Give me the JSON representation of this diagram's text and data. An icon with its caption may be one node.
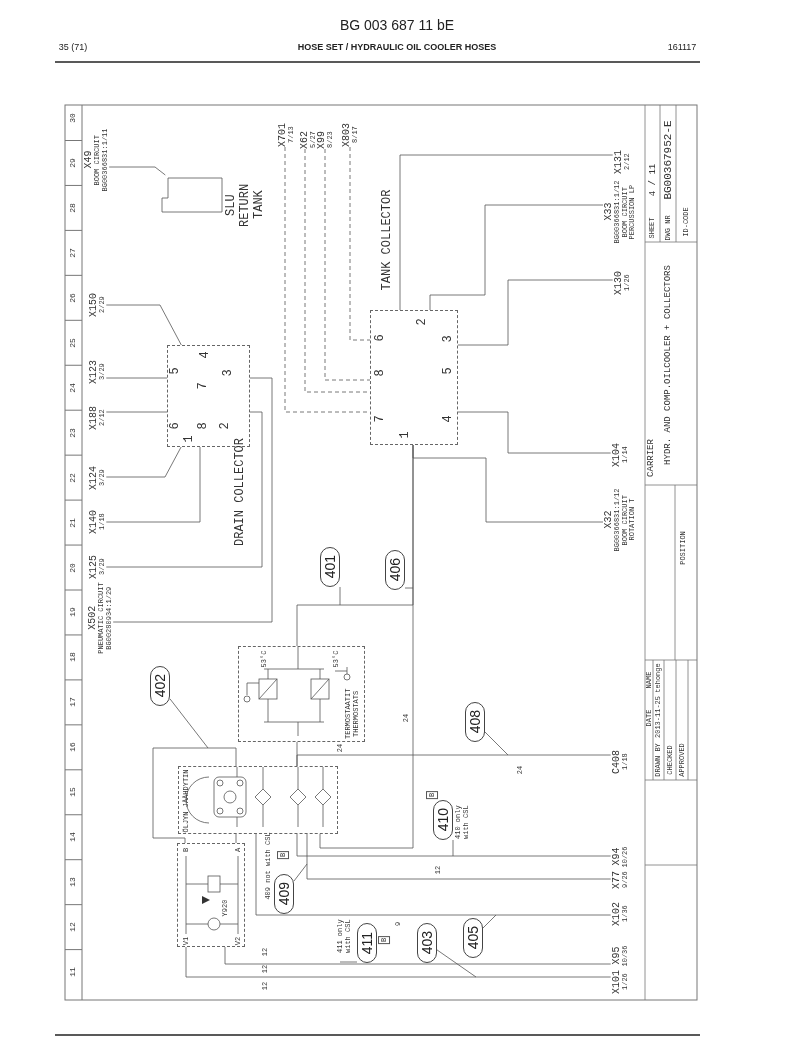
{
  "diagram": {
    "title": "HOSE SET / HYDRAULIC OIL COOLER HOSES",
    "nodes": [
      {
        "text": [
          "X49",
          "BOOM CIRCUIT",
          "BG00366831:1/11"
        ]
      },
      {
        "text": [],
        "shape": "box",
        "beside": [
          "SLU RETURN TANK"
        ]
      },
      {
        "text": [
          "X150",
          "2/29"
        ]
      },
      {
        "text": [
          "X123",
          "3/29"
        ]
      },
      {
        "text": [
          "X188",
          "2/12"
        ]
      },
      {
        "text": [
          "X124",
          "3/29"
        ]
      },
      {
        "text": [
          "X140",
          "1/18"
        ]
      },
      {
        "text": [
          "X125",
          "3/29"
        ]
      },
      {
        "text": [
          "X502",
          "PNEUMATIC CIRCUIT",
          "BG00280934:1/29"
        ]
      },
      {
        "text": [
          "5",
          "4",
          "3",
          "7",
          "6",
          "8",
          "2",
          "1"
        ]
      },
      {
        "text": [
          "6",
          "2",
          "3",
          "8",
          "5",
          "7",
          "4",
          "1"
        ]
      },
      {
        "text": [
          "X701",
          "7/13"
        ]
      },
      {
        "text": [
          "X62",
          "5/27"
        ]
      },
      {
        "text": [
          "X99",
          "8/23"
        ]
      },
      {
        "text": [
          "X803",
          "8/17"
        ]
      },
      {
        "text": [
          "X131",
          "2/12"
        ]
      },
      {
        "text": [
          "X33",
          "BG00366831:1/12",
          "BOOM CIRCUIT",
          "PERCUSSION LP"
        ]
      },
      {
        "text": [
          "X130",
          "1/26"
        ]
      },
      {
        "text": [
          "X104",
          "1/14"
        ]
      },
      {
        "text": [
          "X32",
          "BG00366831:1/12",
          "BOOM CIRCUIT",
          "ROTATION T"
        ]
      },
      {
        "text": [
          "53°C",
          "53°C",
          "TERMOSTAATIT THERMOSTATS"
        ]
      },
      {
        "text": [
          "ÖLJYN JÄÄHDYTIN"
        ]
      },
      {
        "text": [
          "B",
          "A",
          "Y920",
          "V1",
          "V2"
        ]
      },
      {
        "text": [
          "401"
        ]
      },
      {
        "text": [
          "406"
        ]
      },
      {
        "text": [
          "402"
        ]
      },
      {
        "text": [
          "408"
        ]
      },
      {
        "text": [
          "410"
        ]
      },
      {
        "text": [
          "409"
        ]
      },
      {
        "text": [
          "411"
        ]
      },
      {
        "text": [
          "403"
        ]
      },
      {
        "text": [
          "405"
        ]
      },
      {
        "text": [
          "C408",
          "1/18"
        ]
      },
      {
        "text": [
          "X94",
          "10/26"
        ]
      },
      {
        "text": [
          "X77",
          "9/26"
        ]
      },
      {
        "text": [
          "X102",
          "1/36"
        ]
      },
      {
        "text": [
          "X95",
          "10/36"
        ]
      },
      {
        "text": [
          "X101",
          "1/26"
        ]
      }
    ],
    "edges": [
      {
        "from": 0,
        "to": 1,
        "arrow": "none"
      },
      {
        "from": 2,
        "to": 9,
        "arrow": "none"
      },
      {
        "from": 3,
        "to": 9,
        "arrow": "none"
      },
      {
        "from": 4,
        "to": 9,
        "arrow": "none"
      },
      {
        "from": 5,
        "to": 9,
        "arrow": "none"
      },
      {
        "from": 6,
        "to": 9,
        "arrow": "none"
      },
      {
        "from": 7,
        "to": 9,
        "arrow": "none"
      },
      {
        "from": 8,
        "to": 9,
        "arrow": "none"
      },
      {
        "from": 11,
        "to": 10,
        "arrow": "none",
        "style": "dashed"
      },
      {
        "from": 12,
        "to": 10,
        "arrow": "none",
        "style": "dashed"
      },
      {
        "from": 13,
        "to": 10,
        "arrow": "none",
        "style": "dashed"
      },
      {
        "from": 14,
        "to": 10,
        "arrow": "none",
        "style": "dashed"
      },
      {
        "from": 15,
        "to": 10,
        "arrow": "none"
      },
      {
        "from": 16,
        "to": 10,
        "arrow": "none"
      },
      {
        "from": 17,
        "to": 10,
        "arrow": "none"
      },
      {
        "from": 18,
        "to": 10,
        "arrow": "none"
      },
      {
        "from": 19,
        "to": 10,
        "arrow": "none"
      },
      {
        "from": 20,
        "to": 10,
        "arrow": "none"
      },
      {
        "from": 21,
        "to": 10,
        "arrow": "none"
      },
      {
        "from": 32,
        "to": 21,
        "arrow": "none"
      },
      {
        "from": 20,
        "to": 21,
        "arrow": "none"
      },
      {
        "from": 33,
        "to": 21,
        "arrow": "none"
      },
      {
        "from": 34,
        "to": 21,
        "arrow": "none"
      },
      {
        "from": 35,
        "to": 21,
        "arrow": "none"
      },
      {
        "from": 36,
        "to": 22,
        "arrow": "none"
      },
      {
        "from": 37,
        "to": 22,
        "arrow": "none"
      },
      {
        "from": 22,
        "to": 21,
        "arrow": "none"
      },
      {
        "from": 22,
        "to": 21,
        "arrow": "none"
      },
      {
        "from": 23,
        "to": null,
        "arrow": "none"
      },
      {
        "from": 24,
        "to": null,
        "arrow": "none"
      },
      {
        "from": 25,
        "to": null,
        "arrow": "none"
      },
      {
        "from": 26,
        "to": null,
        "arrow": "none"
      },
      {
        "from": 27,
        "to": null,
        "arrow": "none"
      },
      {
        "from": 28,
        "to": null,
        "arrow": "none"
      },
      {
        "from": 29,
        "to": null,
        "arrow": "none"
      },
      {
        "from": 30,
        "to": null,
        "arrow": "none"
      },
      {
        "from": 31,
        "to": null,
        "arrow": "none"
      }
    ],
    "labels": [
      "BG 003 687 11 bE",
      "35 (71)",
      "161117",
      "30",
      "29",
      "28",
      "27",
      "26",
      "25",
      "24",
      "23",
      "22",
      "21",
      "20",
      "19",
      "18",
      "17",
      "16",
      "15",
      "14",
      "13",
      "12",
      "11",
      "TANK COLLECTOR",
      "DRAIN COLLECTOR",
      "24",
      "24",
      "24",
      "410 only with CSL",
      "B",
      "409 not with CSL",
      "B",
      "12",
      "411 only with CSL",
      "B",
      "9",
      "12",
      "12",
      "12",
      "SHEET",
      "4 / 11",
      "DWG NR",
      "BG00367952-E",
      "ID-CODE",
      "CARRIER",
      "HYDR. AND COMP.OILCOOLER + COLLECTORS",
      "POSITION",
      "NAME",
      "tehonge",
      "DATE",
      "2013-11-25",
      "DRAWN BY",
      "CHECKED",
      "APPROVED"
    ]
  }
}
